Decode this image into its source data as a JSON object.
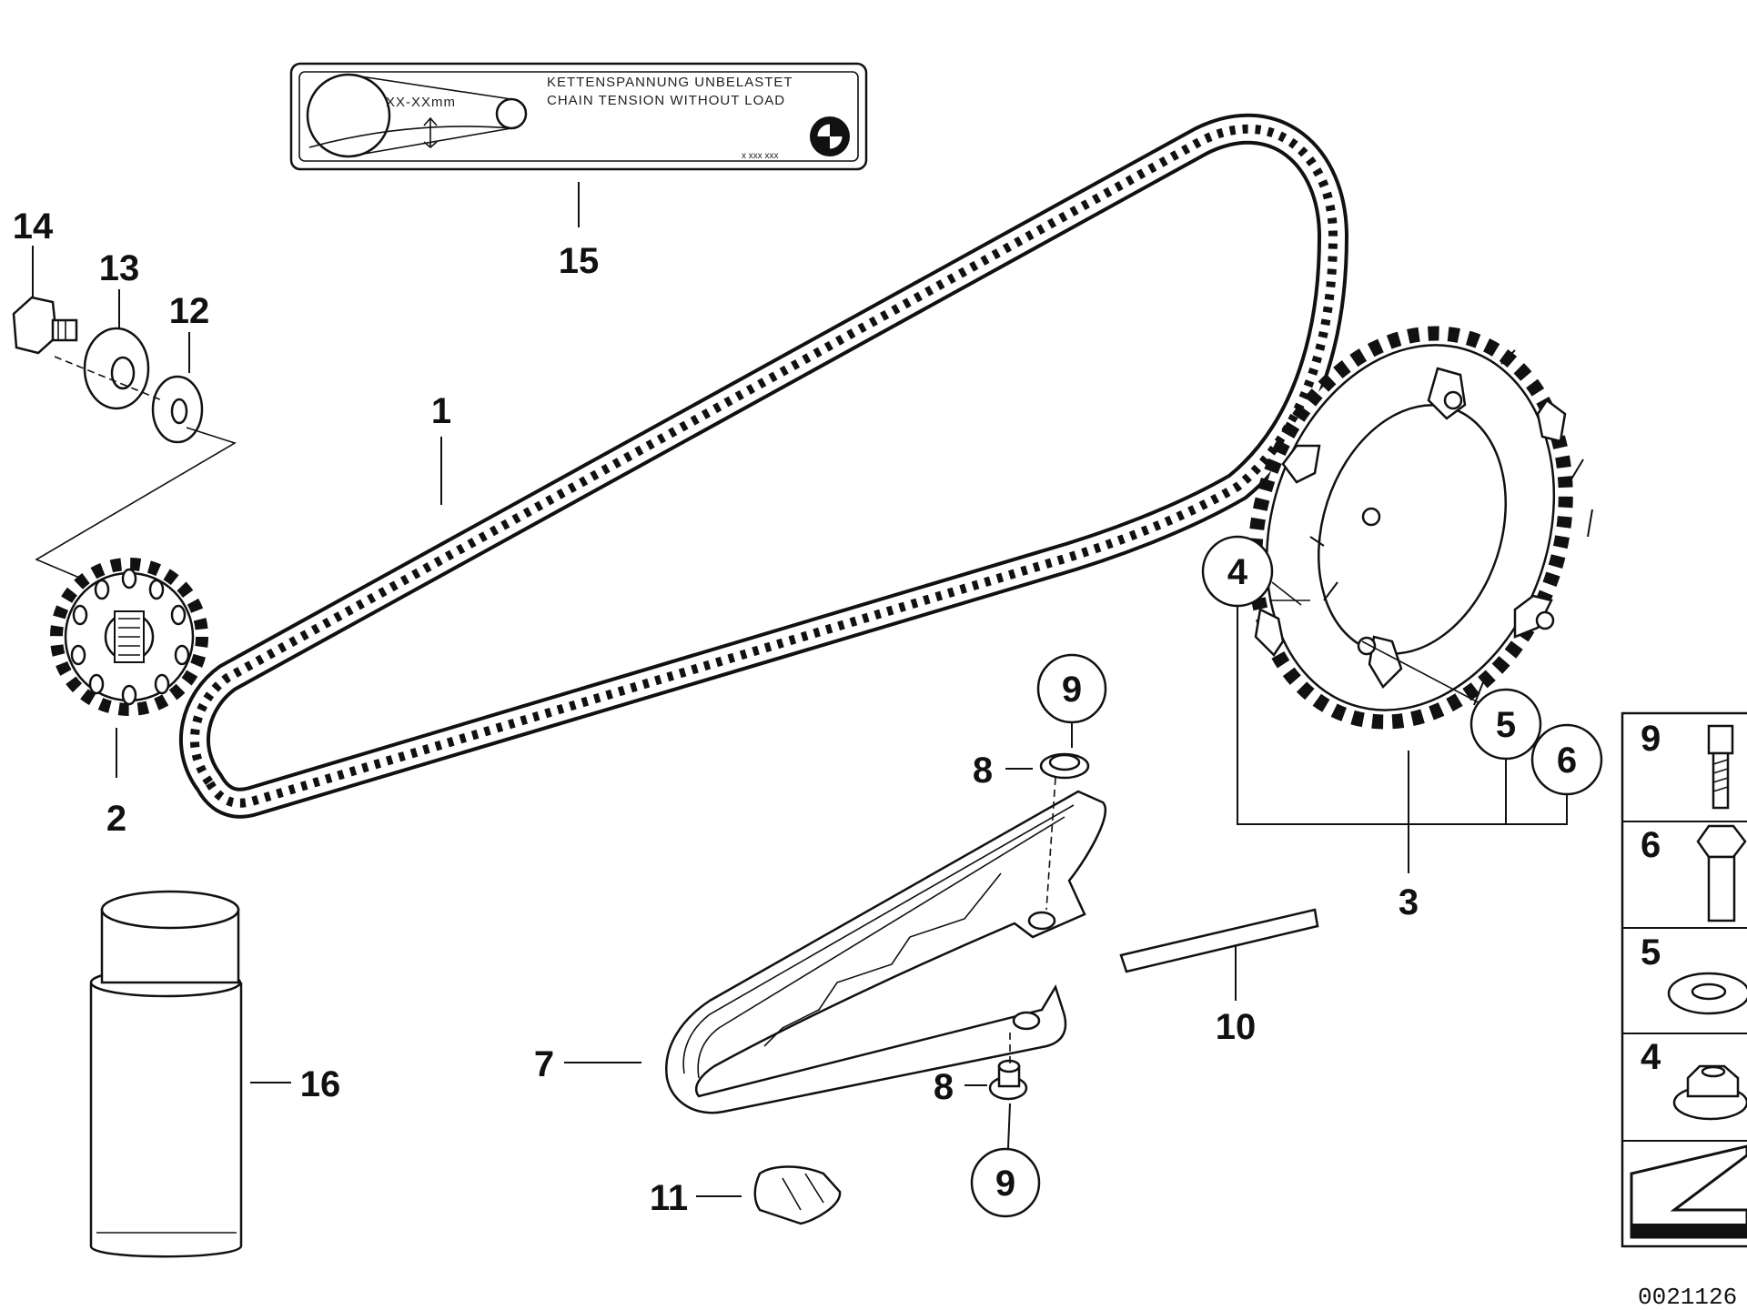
{
  "decal": {
    "dimension": "XX-XXmm",
    "line1": "KETTENSPANNUNG UNBELASTET",
    "line2": "CHAIN TENSION WITHOUT LOAD",
    "part_no": "x xxx xxx"
  },
  "callouts": {
    "c1": "1",
    "c2": "2",
    "c3": "3",
    "c4": "4",
    "c5": "5",
    "c6": "6",
    "c7": "7",
    "c8a": "8",
    "c8b": "8",
    "c9a": "9",
    "c9b": "9",
    "c10": "10",
    "c11": "11",
    "c12": "12",
    "c13": "13",
    "c14": "14",
    "c15": "15",
    "c16": "16"
  },
  "legend": [
    {
      "number": "9",
      "icon": "socket-head-screw-icon"
    },
    {
      "number": "6",
      "icon": "hex-bolt-icon"
    },
    {
      "number": "5",
      "icon": "washer-icon"
    },
    {
      "number": "4",
      "icon": "hex-nut-icon"
    }
  ],
  "catalog_number": "0021126"
}
